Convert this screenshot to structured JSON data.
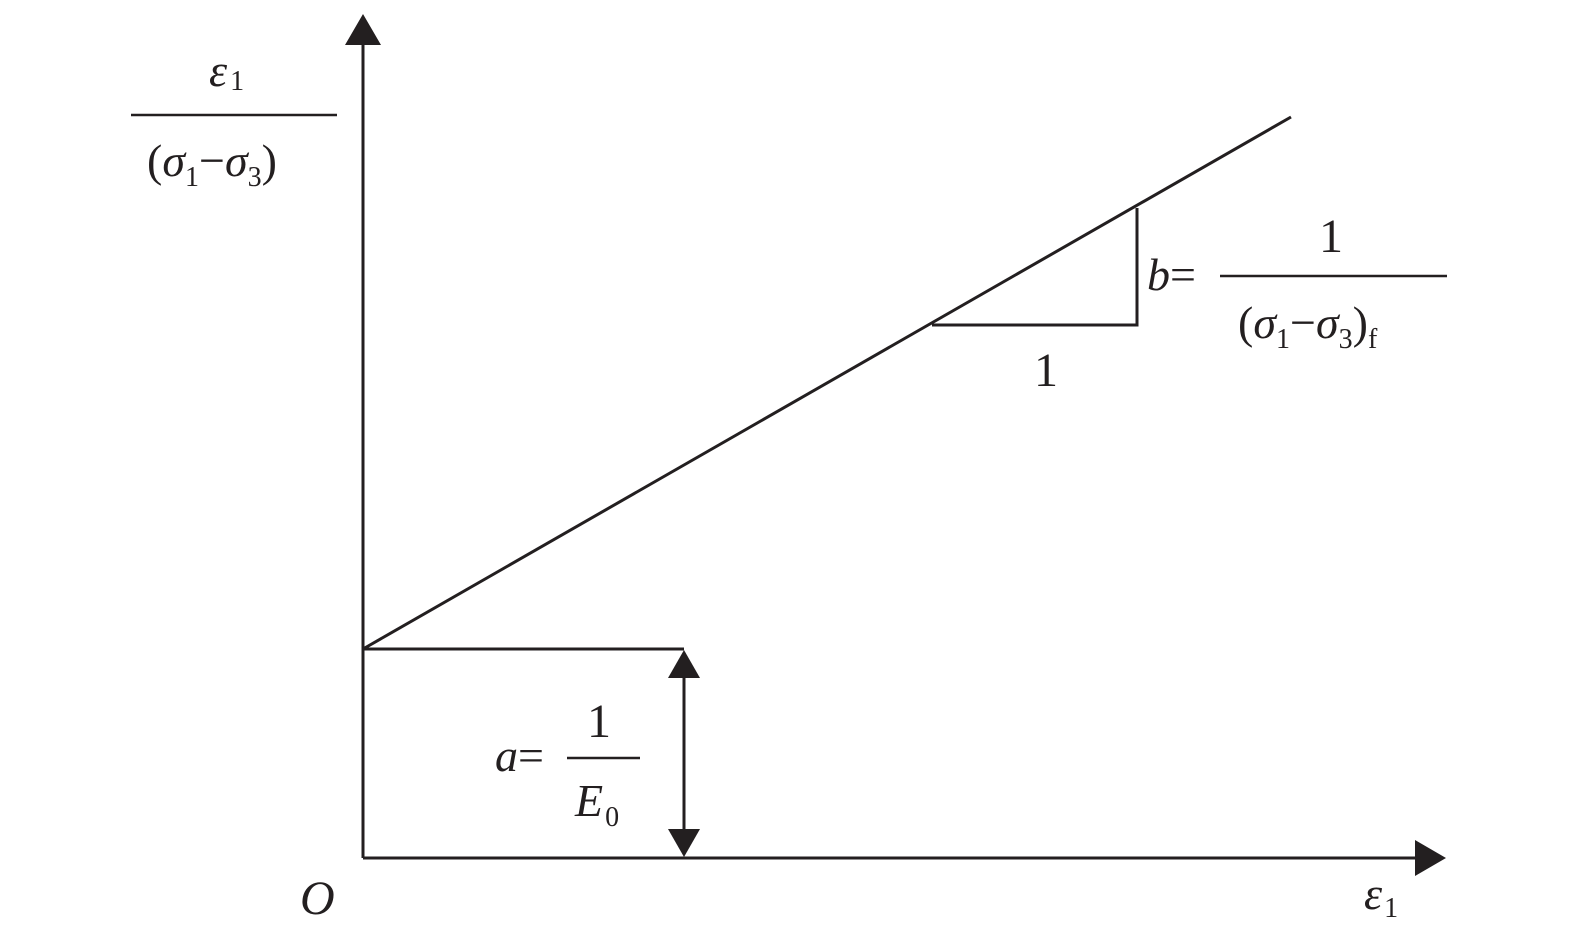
{
  "diagram": {
    "ink_color": "#231f20",
    "y_axis_label": {
      "numerator": {
        "symbol": "ε",
        "sub": "1"
      },
      "denominator": {
        "open": "(",
        "s1": "σ",
        "sub1": "1",
        "minus": "−",
        "s3": "σ",
        "sub3": "3",
        "close": ")"
      }
    },
    "x_axis_label": {
      "symbol": "ε",
      "sub": "1"
    },
    "origin_label": "O",
    "intercept_label": {
      "lhs": "a",
      "eq": "=",
      "numerator": "1",
      "denominator": {
        "symbol": "E",
        "sub": "0"
      }
    },
    "slope_run_label": "1",
    "slope_label": {
      "lhs": "b",
      "eq": "=",
      "numerator": "1",
      "denominator": {
        "open": "(",
        "s1": "σ",
        "sub1": "1",
        "minus": "−",
        "s3": "σ",
        "sub3": "3",
        "close": ")",
        "subf": "f"
      }
    }
  }
}
